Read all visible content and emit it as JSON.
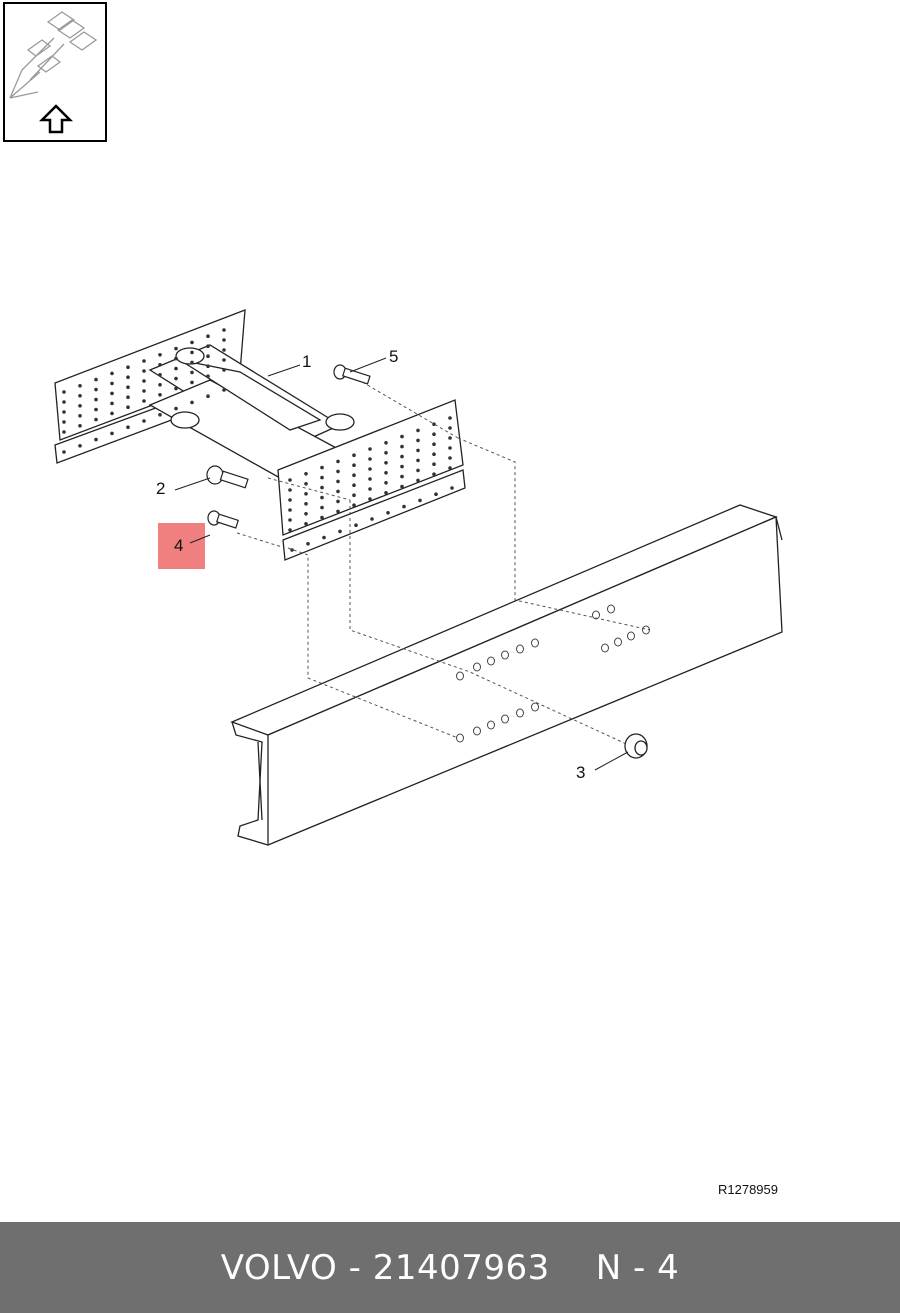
{
  "diagram": {
    "callouts": [
      "1",
      "2",
      "3",
      "4",
      "5"
    ],
    "highlighted_callout": "4",
    "highlight_color": "#f08080",
    "reference": "R1278959",
    "nav_icon": "view-orientation-arrow-icon"
  },
  "footer": {
    "brand": "VOLVO",
    "separator": "-",
    "part_number": "21407963",
    "position": "N - 4",
    "background": "#6f6f6f"
  }
}
